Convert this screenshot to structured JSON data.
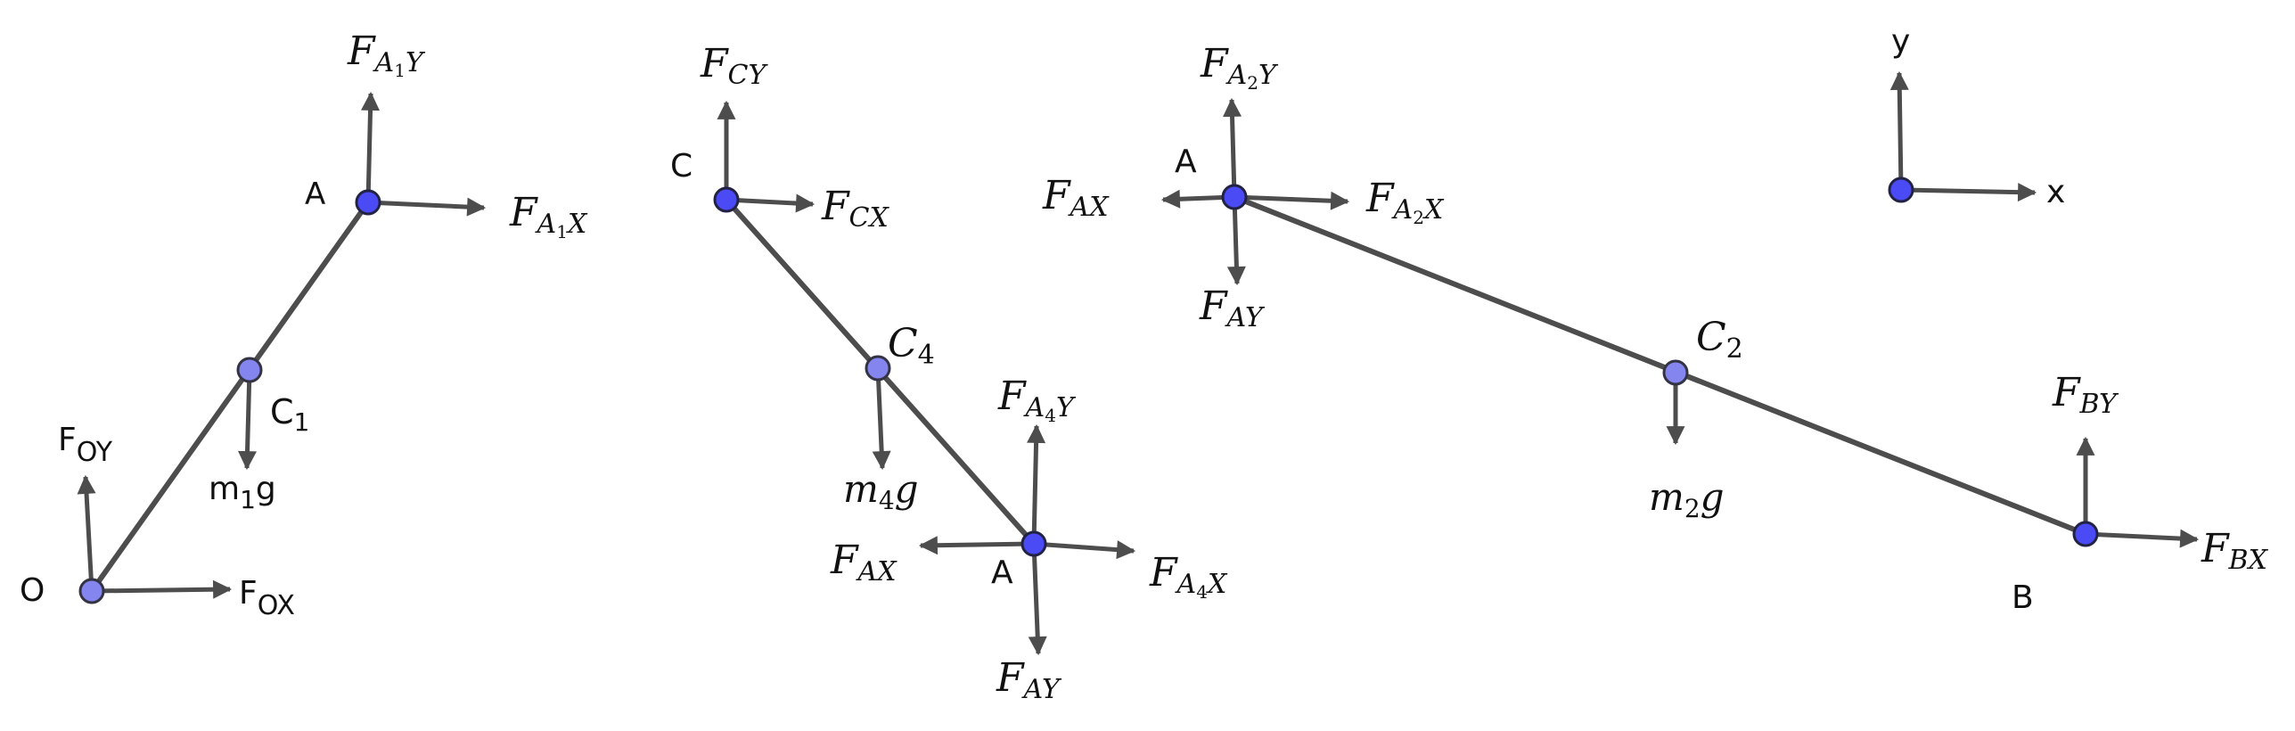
{
  "diagram": {
    "panel_1": {
      "point_A": "A",
      "point_C1": "C",
      "point_C1_sub": "1",
      "point_O": "O",
      "force_FA1Y": {
        "base": "F",
        "sub": "A",
        "subsub": "1",
        "tail": "Y"
      },
      "force_FA1X": {
        "base": "F",
        "sub": "A",
        "subsub": "1",
        "tail": "X"
      },
      "force_FOY": {
        "base": "F",
        "sub": "OY"
      },
      "force_FOX": {
        "base": "F",
        "sub": "OX"
      },
      "weight_m1g": {
        "m": "m",
        "sub": "1",
        "g": "g"
      }
    },
    "panel_4": {
      "point_C": "C",
      "point_C4": {
        "base": "C",
        "sub": "4"
      },
      "point_A": "A",
      "force_FCY": {
        "base": "F",
        "sub": "CY"
      },
      "force_FCX": {
        "base": "F",
        "sub": "CX"
      },
      "force_FA4Y": {
        "base": "F",
        "sub": "A",
        "subsub": "4",
        "tail": "Y"
      },
      "force_FA4X": {
        "base": "F",
        "sub": "A",
        "subsub": "4",
        "tail": "X"
      },
      "force_FAX": {
        "base": "F",
        "sub": "AX"
      },
      "force_FAY": {
        "base": "F",
        "sub": "AY"
      },
      "weight_m4g": {
        "m": "m",
        "sub": "4",
        "g": "g"
      }
    },
    "panel_2": {
      "point_A": "A",
      "point_C2": {
        "base": "C",
        "sub": "2"
      },
      "point_B": "B",
      "force_FA2Y": {
        "base": "F",
        "sub": "A",
        "subsub": "2",
        "tail": "Y"
      },
      "force_FA2X": {
        "base": "F",
        "sub": "A",
        "subsub": "2",
        "tail": "X"
      },
      "force_FAX": {
        "base": "F",
        "sub": "AX"
      },
      "force_FAY": {
        "base": "F",
        "sub": "AY"
      },
      "force_FBY": {
        "base": "F",
        "sub": "BY"
      },
      "force_FBX": {
        "base": "F",
        "sub": "BX"
      },
      "weight_m2g": {
        "m": "m",
        "sub": "2",
        "g": "g"
      }
    },
    "axes": {
      "x_label": "x",
      "y_label": "y"
    },
    "colors": {
      "rod": "#4d4d4d",
      "joint_dark": "#4b4bf5",
      "joint_light": "#8585f0"
    }
  }
}
